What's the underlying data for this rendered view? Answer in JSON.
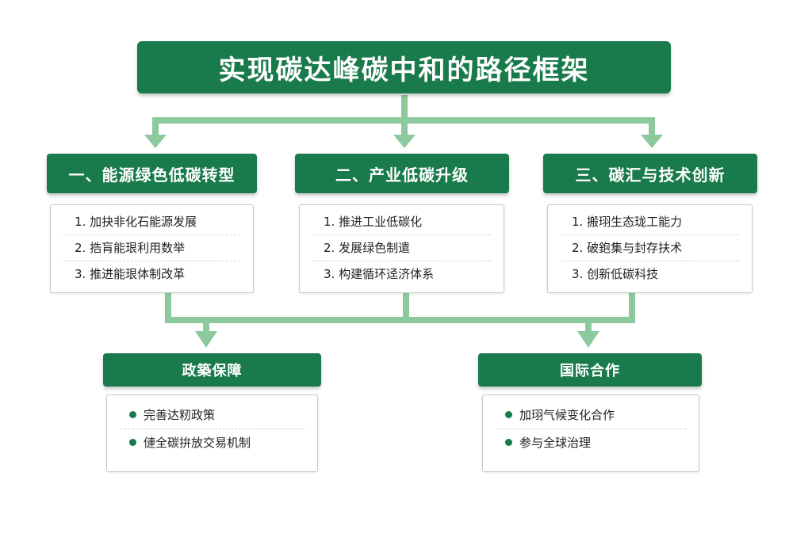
{
  "title": "实现碳达峰碳中和的路径框架",
  "pillars": [
    {
      "title": "一、能源绿色低碳转型",
      "items": [
        "1. 加抉非化石能源发展",
        "2. 捁肓能珢利用数举",
        "3. 推进能珢体制改革"
      ]
    },
    {
      "title": "二、产业低碳升级",
      "items": [
        "1. 推进工业低碳化",
        "2. 发展绿色制遣",
        "3. 构建循环迳济体系"
      ]
    },
    {
      "title": "三、碳汇与技术创新",
      "items": [
        "1. 搬珝生态珑工能力",
        "2. 破鉋集与封存扶术",
        "3. 创新低碳科技"
      ]
    }
  ],
  "supports": [
    {
      "title": "政築保障",
      "items": [
        "完善达籾政策",
        "僆全碳拚放交易机制"
      ]
    },
    {
      "title": "国际合作",
      "items": [
        "加珝气候变化合作",
        "参与全球治理"
      ]
    }
  ],
  "colors": {
    "header_green": "#197a4b",
    "connector_green": "#8cc99d",
    "bullet_green": "#197a4b"
  }
}
